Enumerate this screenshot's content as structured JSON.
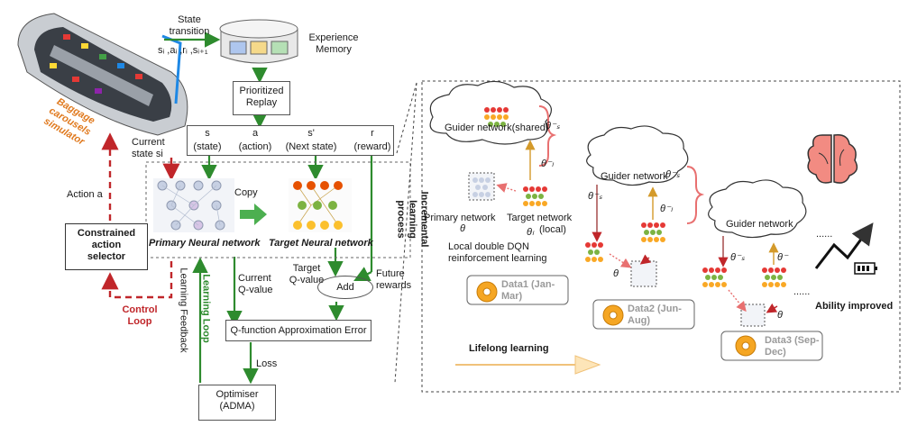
{
  "left": {
    "simulator_label": "Baggage carousels simulator",
    "state_transition": [
      "State",
      "transition"
    ],
    "transition_tuple": "sᵢ ,aᵢ ,rᵢ ,sᵢ₊₁",
    "experience_memory": [
      "Experience",
      "Memory"
    ],
    "prioritized_replay": [
      "Prioritized",
      "Replay"
    ],
    "tuple_headers": [
      "s",
      "a",
      "s'",
      "r"
    ],
    "tuple_subs": [
      "(state)",
      "(action)",
      "(Next state)",
      "(reward)"
    ],
    "current_state": [
      "Current",
      "state si"
    ],
    "action": "Action a",
    "selector": [
      "Constrained",
      "action",
      "selector"
    ],
    "control_loop": [
      "Control",
      "Loop"
    ],
    "copy": "Copy",
    "primary_nn": "Primary Neural network",
    "target_nn": "Target Neural network",
    "incremental": [
      "Incremental",
      "learning",
      "process"
    ],
    "learning_feedback": "Learning Feedback",
    "learning_loop": "Learning Loop",
    "current_q": [
      "Current",
      "Q-value"
    ],
    "target_q": [
      "Target",
      "Q-value"
    ],
    "future_rewards": [
      "Future",
      "rewards"
    ],
    "add": "Add",
    "qfunc": "Q-function  Approximation Error",
    "loss": "Loss",
    "optimiser": [
      "Optimiser",
      "(ADMA)"
    ]
  },
  "right": {
    "guider_shared": "Guider network(shared)",
    "theta_s_minus": "θ⁻ₛ",
    "theta_l_minus": "θ⁻ₗ",
    "theta_l": "θₗ",
    "theta": "θ",
    "theta_minus": "θ⁻",
    "primary_network": "Primary network",
    "target_network": "Target network",
    "local_tag": "(local)",
    "local_dqn": [
      "Local double DQN",
      "reinforcement learning"
    ],
    "data1": [
      "Data1 (Jan-",
      "Mar)"
    ],
    "data2": [
      "Data2 (Jun-",
      "Aug)"
    ],
    "data3": [
      "Data3 (Sep-",
      "Dec)"
    ],
    "guider_network": "Guider network",
    "lifelong": "Lifelong learning",
    "ability": "Ability improved",
    "dots": "......"
  },
  "colors": {
    "green": "#2e8b2e",
    "red": "#c0262a",
    "orange": "#e07a1f",
    "pink": "#e87070"
  }
}
